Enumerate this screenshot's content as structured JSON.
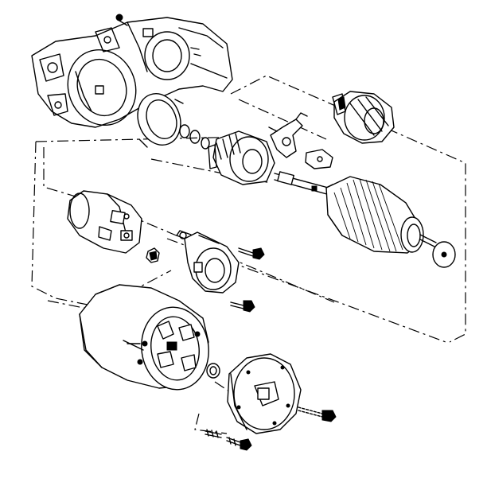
{
  "diagram": {
    "ink_color": "#000000",
    "background": "#ffffff",
    "parts": [
      "drive-end-housing",
      "housing-bushing-ring",
      "drive-lever-plunger",
      "overrunning-clutch-pinion",
      "drive-spring-retainer",
      "lever-pivot-plate",
      "solenoid-switch",
      "solenoid-nut",
      "armature",
      "armature-thrust-washer",
      "brush-holder",
      "brush-holder-screw",
      "field-frame",
      "spacer",
      "commutator-end-frame",
      "through-bolts"
    ]
  }
}
